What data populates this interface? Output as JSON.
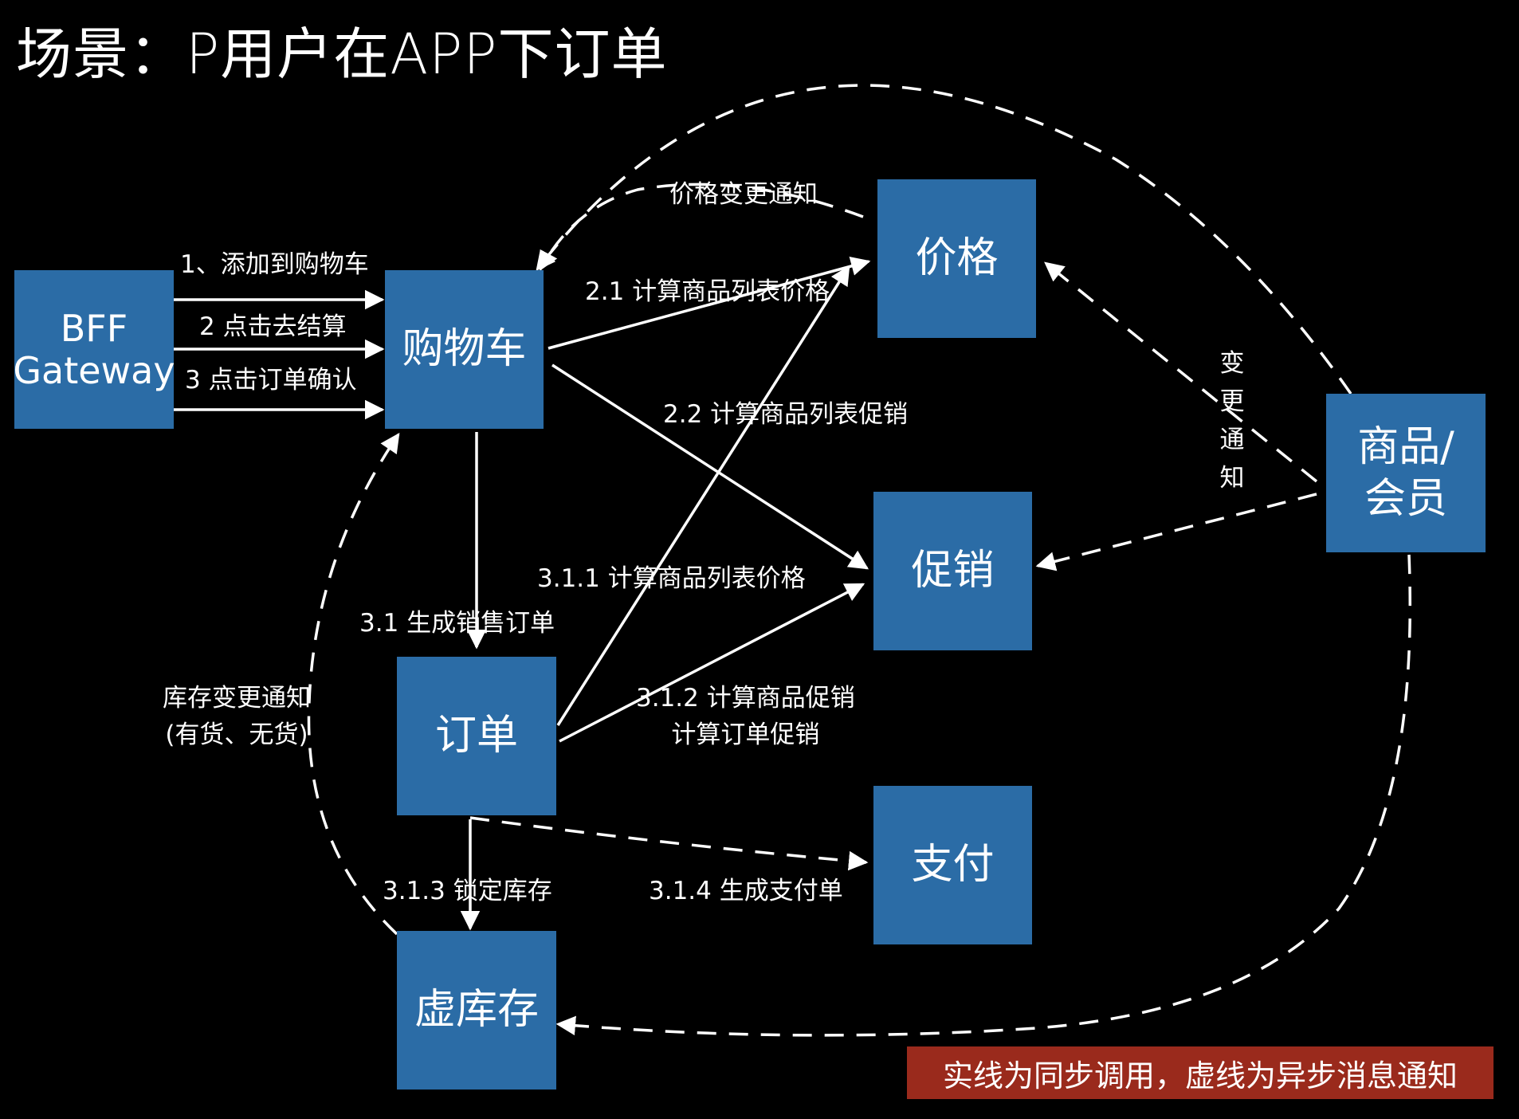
{
  "title": "场景：P用户在APP下订单",
  "nodes": {
    "bff": {
      "line1": "BFF",
      "line2": "Gateway"
    },
    "cart": "购物车",
    "price": "价格",
    "promo": "促销",
    "order": "订单",
    "pay": "支付",
    "stock": "虚库存",
    "product": {
      "line1": "商品/",
      "line2": "会员"
    }
  },
  "edges": {
    "add_to_cart": "1、添加到购物车",
    "checkout": "2 点击去结算",
    "confirm": "3 点击订单确认",
    "calc_price": "2.1 计算商品列表价格",
    "calc_promo": "2.2 计算商品列表促销",
    "create_order": "3.1 生成销售订单",
    "order_price": "3.1.1 计算商品列表价格",
    "order_promo_1": "3.1.2 计算商品促销",
    "order_promo_2": "计算订单促销",
    "lock_stock": "3.1.3 锁定库存",
    "create_pay": "3.1.4 生成支付单",
    "price_notify": "价格变更通知",
    "change_notify": [
      "变",
      "更",
      "通",
      "知"
    ],
    "stock_notify_1": "库存变更通知",
    "stock_notify_2": "(有货、无货)"
  },
  "legend": "实线为同步调用，虚线为异步消息通知",
  "colors": {
    "background": "#000000",
    "box": "#2b6ca6",
    "legend": "#9a2a1c",
    "line": "#ffffff"
  }
}
